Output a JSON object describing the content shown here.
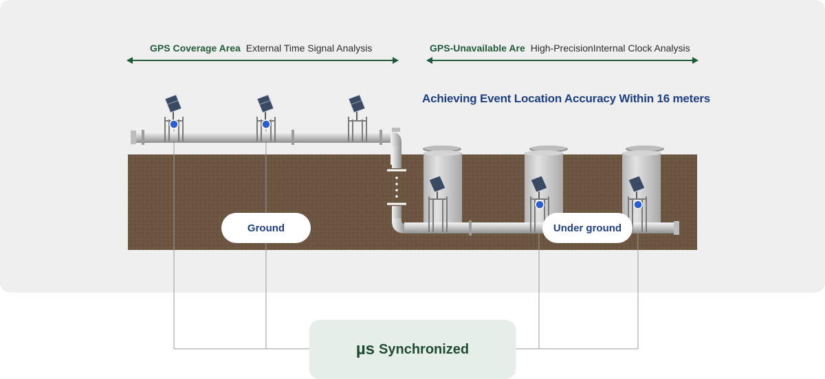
{
  "gps_zone": {
    "highlight": "GPS Coverage Area",
    "text": "External Time Signal Analysis"
  },
  "no_gps_zone": {
    "highlight": "GPS-Unavailable Are",
    "text": "High-PrecisionInternal Clock Analysis"
  },
  "headline": "Achieving Event Location Accuracy Within 16 meters",
  "labels": {
    "ground": "Ground",
    "underground": "Under ground"
  },
  "sync": {
    "mu": "µs",
    "text": "Synchronized"
  },
  "colors": {
    "accent_green": "#1f5a3a",
    "accent_blue": "#1e3f86",
    "soil": "#6b5540",
    "panel_bg": "#efefef",
    "sync_bg": "#e6eee8",
    "sensor_dot": "#2a5fd0"
  },
  "icons": [
    "arrow-double-icon",
    "solar-panel-icon",
    "sensor-icon",
    "manhole-icon"
  ]
}
